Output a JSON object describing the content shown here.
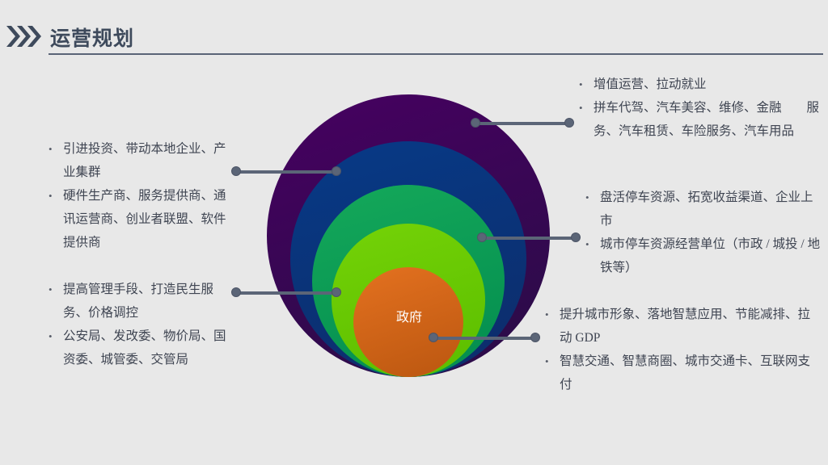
{
  "header": {
    "title": "运营规划",
    "chevron_icon": "triple-chevron-right",
    "accent_color": "#3e4a5c",
    "rule_color": "#5a6477"
  },
  "diagram": {
    "center_label": "政府",
    "rings": [
      {
        "name": "outer-ring",
        "color": "#42005c",
        "label_key": "text_top_left"
      },
      {
        "name": "second-ring",
        "color": "#0a357e",
        "label_key": "text_top_right"
      },
      {
        "name": "third-ring",
        "color": "#10a055",
        "label_key": "text_mid_right"
      },
      {
        "name": "fourth-ring",
        "color": "#6bcc08",
        "label_key": "text_bottom_left"
      },
      {
        "name": "core-circle",
        "color": "#d2631b",
        "label_key": "text_bottom_right"
      }
    ],
    "connector_color": "#5b6577"
  },
  "callouts": {
    "text_top_right": [
      "增值运营、拉动就业",
      "拼车代驾、汽车美容、维修、金融　　服务、汽车租赁、车险服务、汽车用品"
    ],
    "text_mid_right": [
      "盘活停车资源、拓宽收益渠道、企业上市",
      "城市停车资源经营单位（市政 / 城投 / 地铁等）"
    ],
    "text_bottom_right": [
      "提升城市形象、落地智慧应用、节能减排、拉动 GDP",
      "智慧交通、智慧商圈、城市交通卡、互联网支付"
    ],
    "text_top_left": [
      "引进投资、带动本地企业、产业集群",
      "硬件生产商、服务提供商、通讯运营商、创业者联盟、软件提供商"
    ],
    "text_bottom_left": [
      "提高管理手段、打造民生服务、价格调控",
      "公安局、发改委、物价局、国资委、城管委、交管局"
    ]
  },
  "background_color": "#e8e8e8"
}
